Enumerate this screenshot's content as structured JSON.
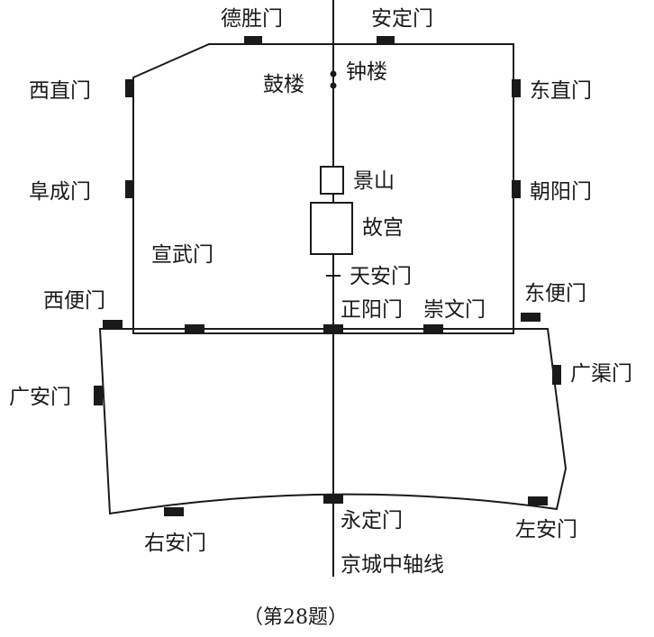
{
  "labels": {
    "deshengmen": "德胜门",
    "andingmen": "安定门",
    "xizhimen": "西直门",
    "dongzhimen": "东直门",
    "gulou": "鼓楼",
    "zhonglou": "钟楼",
    "fuchengmen": "阜成门",
    "chaoyangmen": "朝阳门",
    "jingshan": "景山",
    "gugong": "故宫",
    "xuanwumen": "宣武门",
    "tiananmen": "天安门",
    "xibianmen": "西便门",
    "dongbianmen": "东便门",
    "zhengyangmen": "正阳门",
    "chongwenmen": "崇文门",
    "guanganmen": "广安门",
    "guangqumen": "广渠门",
    "yongdingmen": "永定门",
    "youanmen": "右安门",
    "zuoanmen": "左安门",
    "axis": "京城中轴线"
  },
  "caption": "（第28题）"
}
